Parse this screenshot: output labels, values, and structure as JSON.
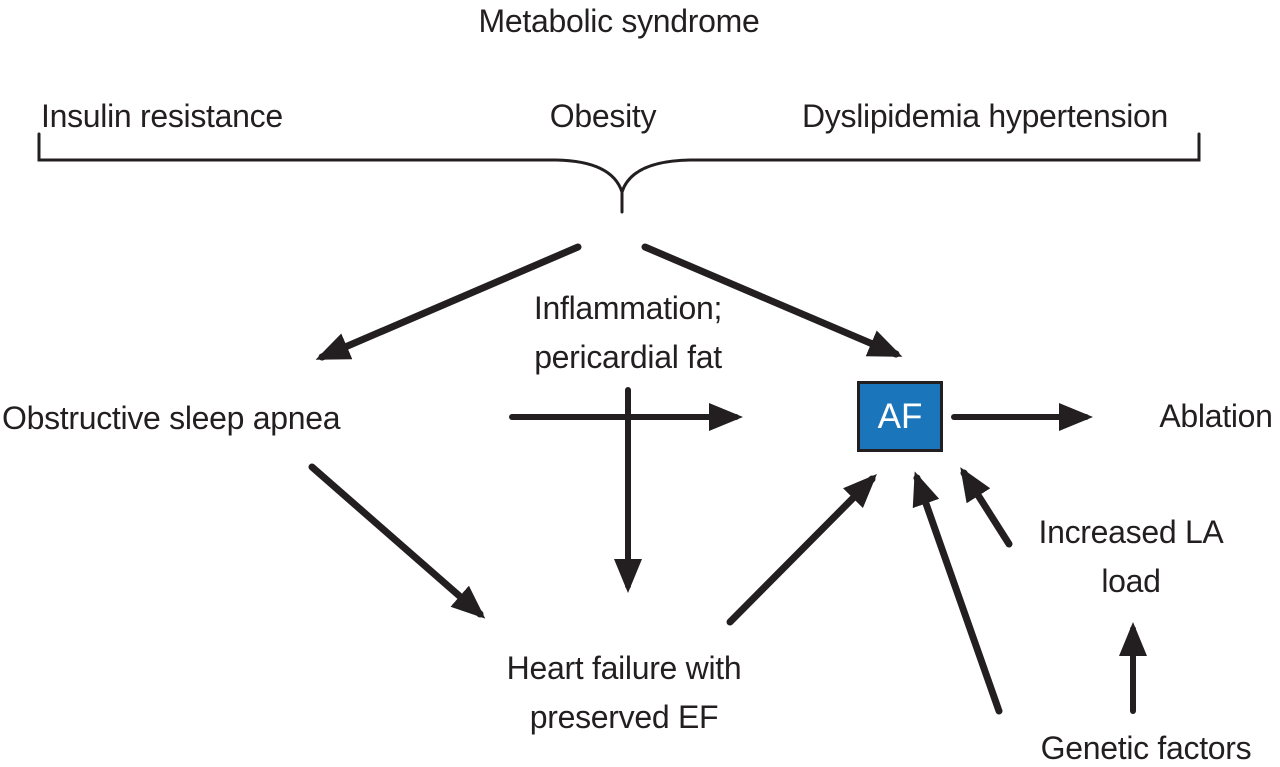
{
  "figure_title": "Metabolic syndrome",
  "colors": {
    "ink": "#231f20",
    "af_fill": "#1b75bb",
    "af_text": "#ffffff",
    "background": "#ffffff"
  },
  "nodes": {
    "insulin_resistance": {
      "label": "Insulin resistance"
    },
    "obesity": {
      "label": "Obesity"
    },
    "dyslipidemia_hypertension": {
      "label": "Dyslipidemia hypertension"
    },
    "inflammation": {
      "line1": "Inflammation;",
      "line2": "pericardial fat"
    },
    "obstructive_sleep_apnea": {
      "label": "Obstructive sleep apnea"
    },
    "af": {
      "label": "AF"
    },
    "ablation": {
      "label": "Ablation"
    },
    "heart_failure": {
      "line1": "Heart failure with",
      "line2": "preserved EF"
    },
    "increased_la_load": {
      "line1": "Increased LA",
      "line2": "load"
    },
    "genetic_factors": {
      "label": "Genetic factors"
    }
  },
  "edges": [
    {
      "from": "Insulin resistance / Obesity / Dyslipidemia hypertension (brace)",
      "to": "Obstructive sleep apnea"
    },
    {
      "from": "Insulin resistance / Obesity / Dyslipidemia hypertension (brace)",
      "to": "AF"
    },
    {
      "from": "Inflammation; pericardial fat",
      "to": "AF (rightward arrow)"
    },
    {
      "from": "Inflammation; pericardial fat",
      "to": "Heart failure with preserved EF"
    },
    {
      "from": "Obstructive sleep apnea",
      "to": "Heart failure with preserved EF"
    },
    {
      "from": "Heart failure with preserved EF",
      "to": "AF"
    },
    {
      "from": "AF",
      "to": "Ablation"
    },
    {
      "from": "Genetic factors",
      "to": "AF"
    },
    {
      "from": "Increased LA load",
      "to": "AF"
    },
    {
      "from": "Genetic factors",
      "to": "Increased LA load"
    }
  ]
}
